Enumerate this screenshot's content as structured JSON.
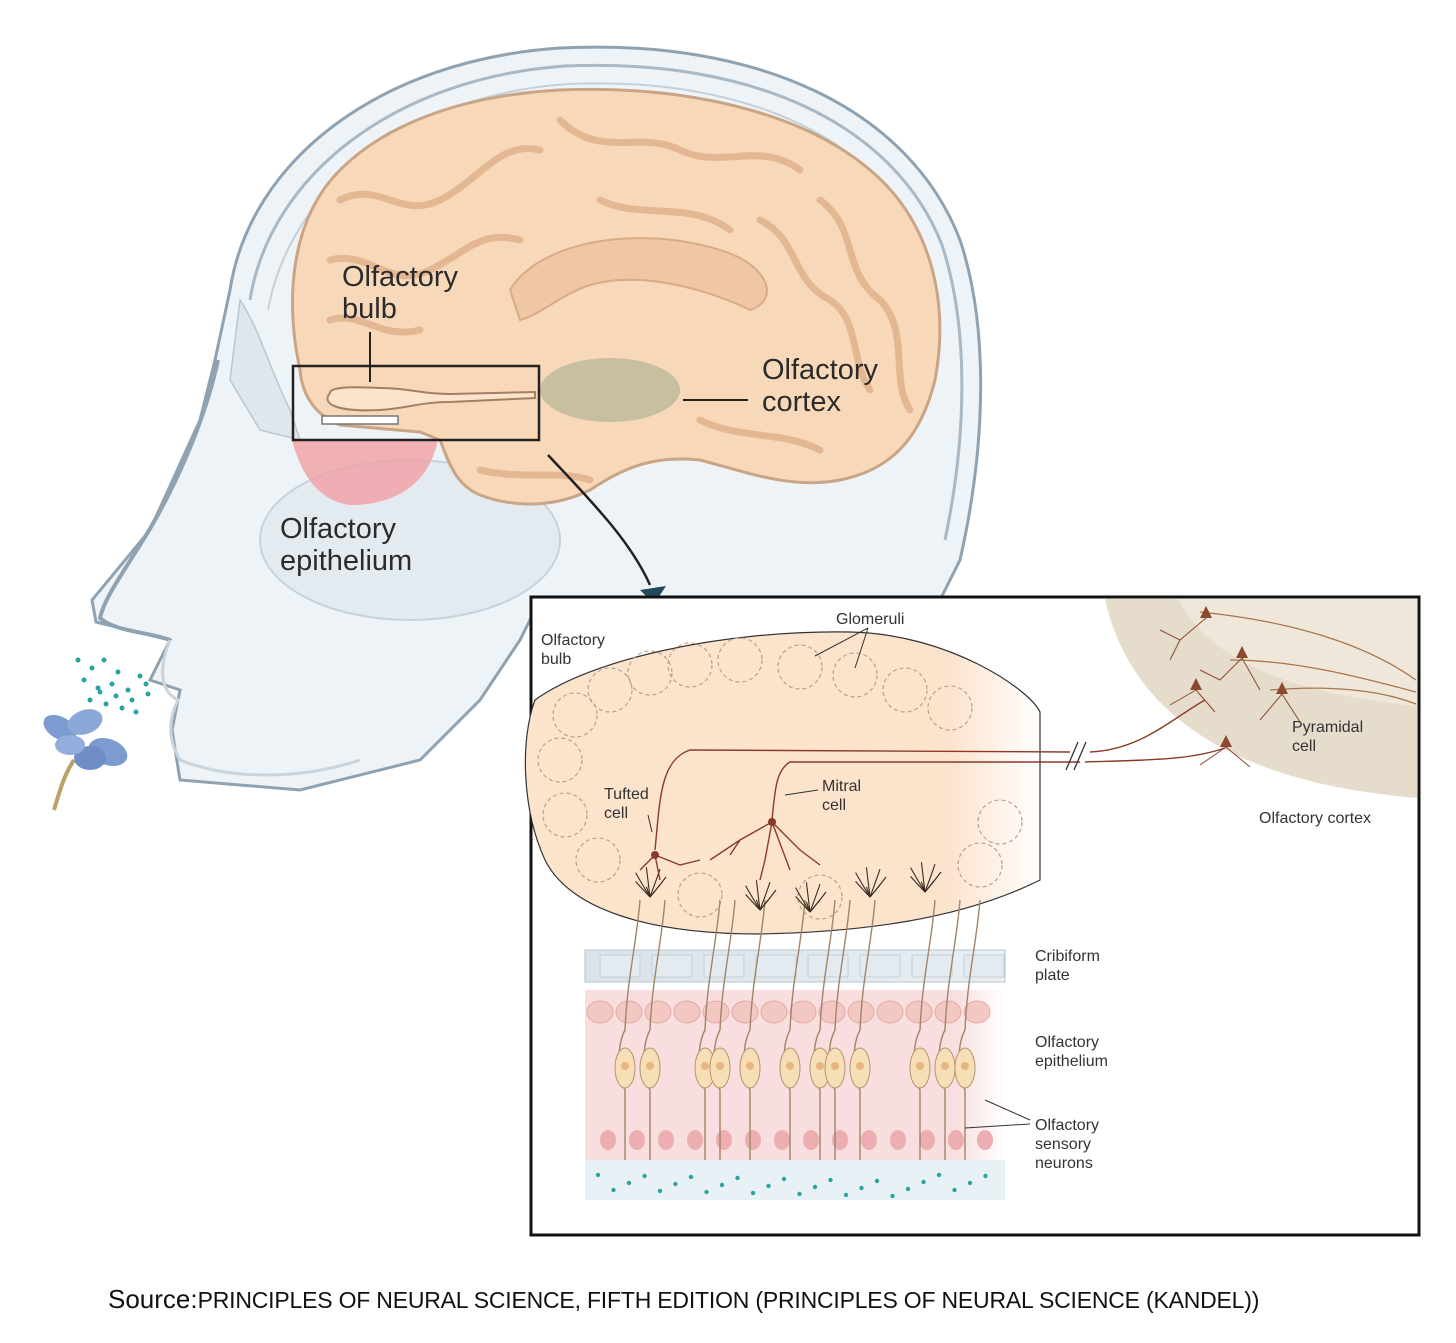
{
  "head_labels": {
    "olfactory_bulb": [
      "Olfactory",
      "bulb"
    ],
    "olfactory_cortex": [
      "Olfactory",
      "cortex"
    ],
    "olfactory_epithelium": [
      "Olfactory",
      "epithelium"
    ]
  },
  "inset_labels": {
    "olfactory_bulb": [
      "Olfactory",
      "bulb"
    ],
    "glomeruli": "Glomeruli",
    "tufted_cell": [
      "Tufted",
      "cell"
    ],
    "mitral_cell": [
      "Mitral",
      "cell"
    ],
    "pyramidal_cell": [
      "Pyramidal",
      "cell"
    ],
    "olfactory_cortex": "Olfactory cortex",
    "cribiform_plate": [
      "Cribiform",
      "plate"
    ],
    "olfactory_epithelium": [
      "Olfactory",
      "epithelium"
    ],
    "olfactory_sensory_neurons": [
      "Olfactory",
      "sensory",
      "neurons"
    ]
  },
  "source": {
    "prefix": "Source:",
    "text": "PRINCIPLES OF NEURAL SCIENCE, FIFTH EDITION (PRINCIPLES OF NEURAL SCIENCE (KANDEL))"
  },
  "colors": {
    "brain": "#f7d9b9",
    "brain_outline": "#c9a585",
    "cortex_region": "#c8bfa0",
    "epithelium_region": "#f0a3a8",
    "flower": "#7c9bd0",
    "odorant": "#2aa3a3",
    "axon": "#8b3a2a",
    "head_outline": "#a8b8c4"
  }
}
